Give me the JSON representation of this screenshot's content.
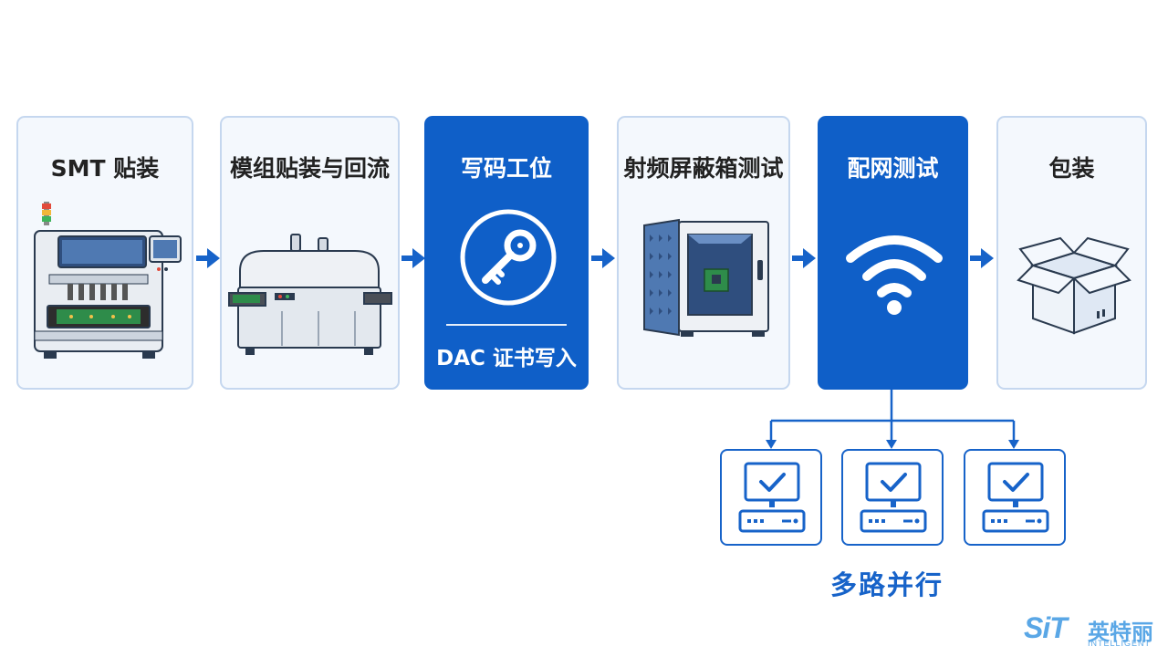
{
  "steps": [
    {
      "title": "SMT 贴装",
      "icon": "pick-and-place-machine-icon"
    },
    {
      "title": "模组贴装与回流",
      "icon": "reflow-oven-icon"
    },
    {
      "title": "写码工位",
      "subtitle": "DAC 证书写入",
      "icon": "key-icon",
      "highlight": true
    },
    {
      "title": "射频屏蔽箱测试",
      "icon": "rf-shield-box-icon"
    },
    {
      "title": "配网测试",
      "icon": "wifi-icon",
      "highlight": true
    },
    {
      "title": "包装",
      "icon": "package-box-icon"
    }
  ],
  "parallel": {
    "label": "多路并行",
    "stations": [
      {
        "icon": "test-station-check-icon"
      },
      {
        "icon": "test-station-check-icon"
      },
      {
        "icon": "test-station-check-icon"
      }
    ]
  },
  "logo": {
    "mark": "SiT",
    "name": "英特丽",
    "name_en": "INTELLIGENT"
  },
  "colors": {
    "accent": "#0f5fc8",
    "card_border": "#c5d7ef",
    "card_bg": "#f4f8fd",
    "logo": "#5aa7e6"
  }
}
